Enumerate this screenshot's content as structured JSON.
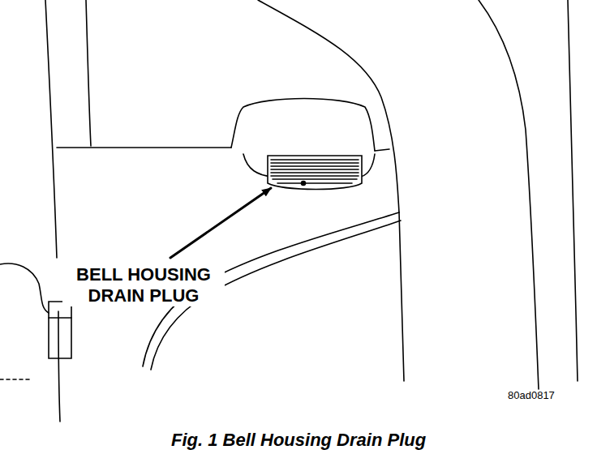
{
  "diagram": {
    "caption": "Fig. 1 Bell Housing Drain Plug",
    "labels": [
      "BELL HOUSING DRAIN PLUG",
      "80ad0817"
    ]
  }
}
